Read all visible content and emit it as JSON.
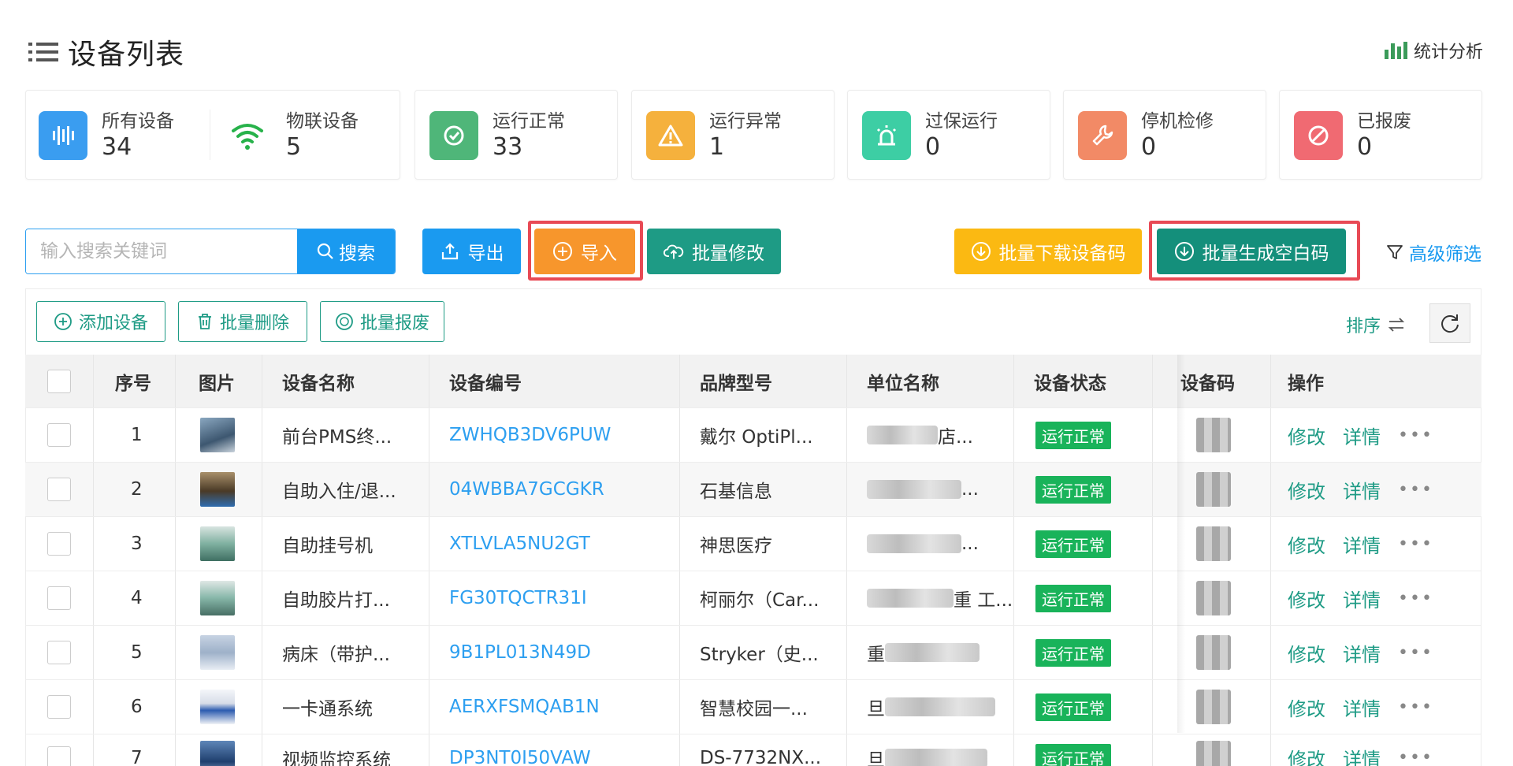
{
  "header": {
    "title": "设备列表",
    "stats_link": "统计分析"
  },
  "summary": [
    {
      "label": "所有设备",
      "count": "34",
      "color": "#3a9df0",
      "icon": "equalizer-icon"
    },
    {
      "label": "物联设备",
      "count": "5",
      "color": "#27b24a",
      "icon": "wifi-icon"
    },
    {
      "label": "运行正常",
      "count": "33",
      "color": "#4fb679",
      "icon": "check-circle-icon"
    },
    {
      "label": "运行异常",
      "count": "1",
      "color": "#f5b13d",
      "icon": "warning-icon"
    },
    {
      "label": "过保运行",
      "count": "0",
      "color": "#3dcea4",
      "icon": "alarm-icon"
    },
    {
      "label": "停机检修",
      "count": "0",
      "color": "#f28a66",
      "icon": "wrench-icon"
    },
    {
      "label": "已报废",
      "count": "0",
      "color": "#f06a72",
      "icon": "forbidden-icon"
    }
  ],
  "toolbar": {
    "search_placeholder": "输入搜索关键词",
    "search_label": "搜索",
    "export_label": "导出",
    "import_label": "导入",
    "batch_edit_label": "批量修改",
    "batch_download_label": "批量下载设备码",
    "batch_generate_label": "批量生成空白码",
    "advanced_filter_label": "高级筛选"
  },
  "actions": {
    "add_label": "添加设备",
    "batch_delete_label": "批量删除",
    "batch_scrap_label": "批量报废",
    "sort_label": "排序"
  },
  "table": {
    "headers": [
      "序号",
      "图片",
      "设备名称",
      "设备编号",
      "品牌型号",
      "单位名称",
      "设备状态",
      "设备码",
      "操作"
    ],
    "rows": [
      {
        "no": "1",
        "name": "前台PMS终...",
        "code": "ZWHQB3DV6PUW",
        "brand": "戴尔 OptiPl...",
        "unit": "店...",
        "status": "运行正常"
      },
      {
        "no": "2",
        "name": "自助入住/退...",
        "code": "04WBBA7GCGKR",
        "brand": "石基信息",
        "unit": "...",
        "status": "运行正常"
      },
      {
        "no": "3",
        "name": "自助挂号机",
        "code": "XTLVLA5NU2GT",
        "brand": "神思医疗",
        "unit": "...",
        "status": "运行正常"
      },
      {
        "no": "4",
        "name": "自助胶片打...",
        "code": "FG30TQCTR31I",
        "brand": "柯丽尔（Car...",
        "unit": "重 工...",
        "status": "运行正常"
      },
      {
        "no": "5",
        "name": "病床（带护...",
        "code": "9B1PL013N49D",
        "brand": "Stryker（史...",
        "unit": "重",
        "status": "运行正常"
      },
      {
        "no": "6",
        "name": "一卡通系统",
        "code": "AERXFSMQAB1N",
        "brand": "智慧校园一...",
        "unit": "旦",
        "status": "运行正常"
      },
      {
        "no": "7",
        "name": "视频监控系统",
        "code": "DP3NT0I50VAW",
        "brand": "DS-7732NX...",
        "unit": "旦",
        "status": "运行正常"
      }
    ],
    "edit_label": "修改",
    "detail_label": "详情",
    "more_label": "•••"
  }
}
